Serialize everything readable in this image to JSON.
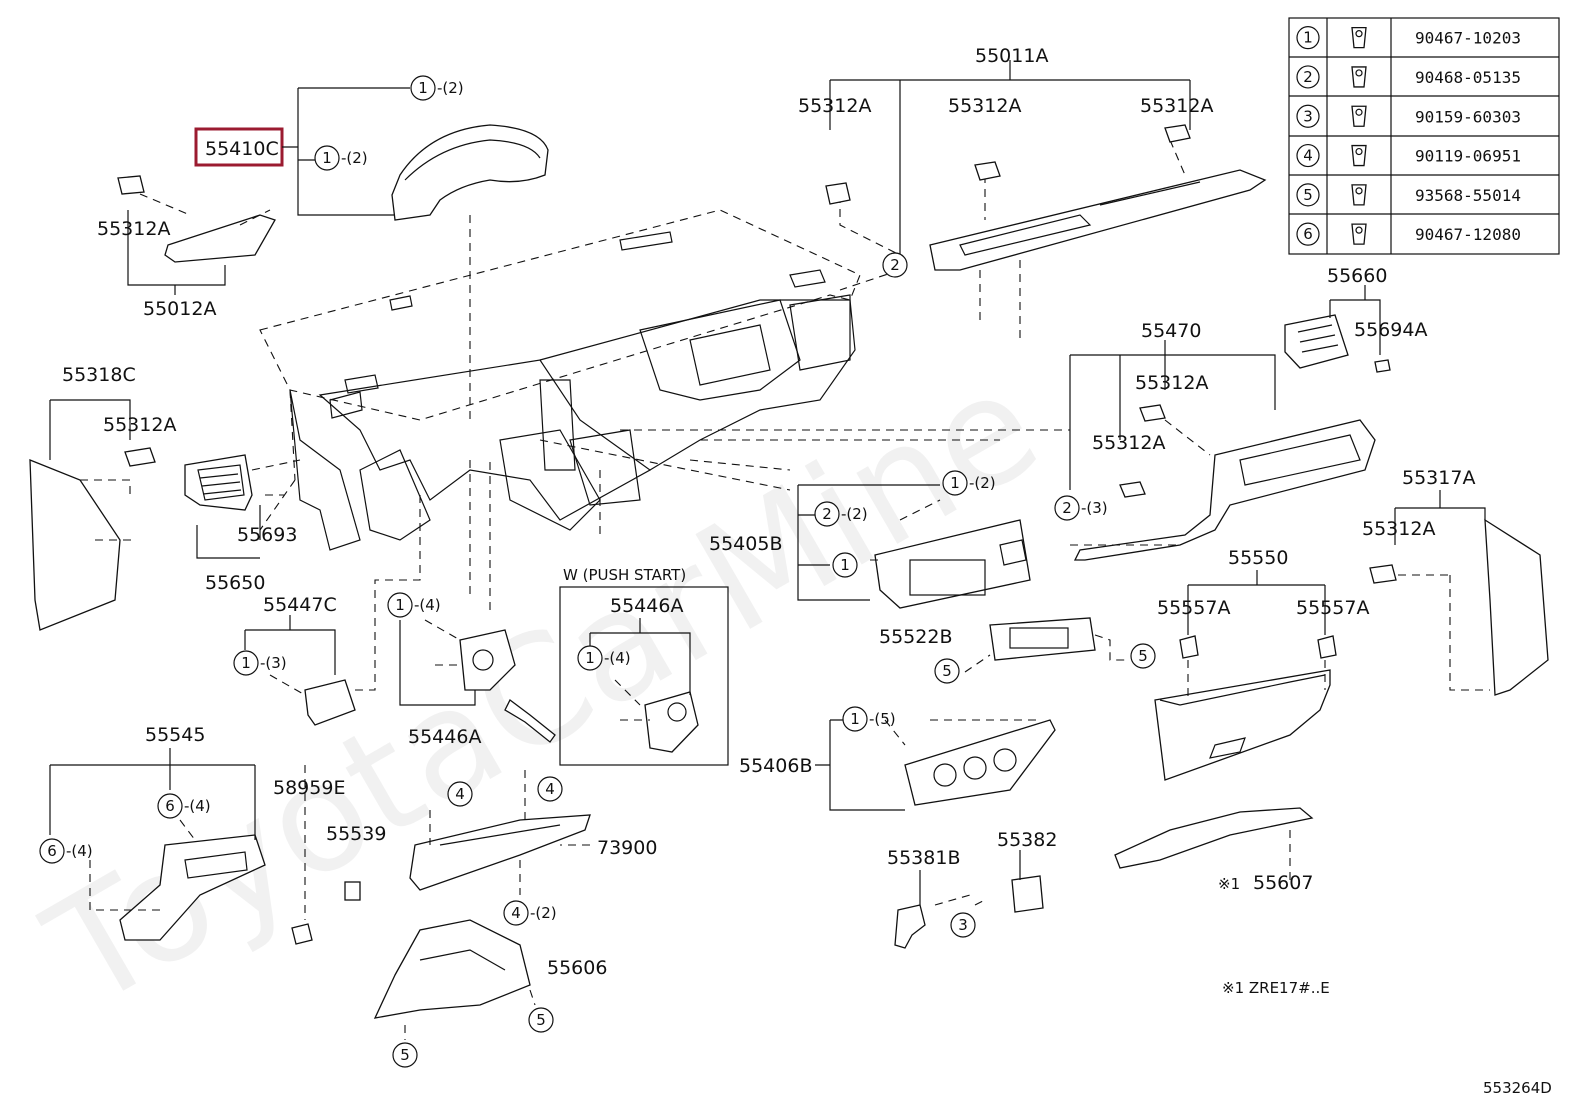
{
  "watermark": "ToyotaCarMine",
  "highlighted_part": "55410C",
  "diagram_code": "553264D",
  "footnote": "※1  ZRE17#..E",
  "push_start_caption": "W (PUSH  START)",
  "fastener_table": [
    {
      "num": "1",
      "part": "90467-10203"
    },
    {
      "num": "2",
      "part": "90468-05135"
    },
    {
      "num": "3",
      "part": "90159-60303"
    },
    {
      "num": "4",
      "part": "90119-06951"
    },
    {
      "num": "5",
      "part": "93568-55014"
    },
    {
      "num": "6",
      "part": "90467-12080"
    }
  ],
  "labels": {
    "p55011A": "55011A",
    "p55312A_1": "55312A",
    "p55312A_2": "55312A",
    "p55312A_3": "55312A",
    "p55312A_4": "55312A",
    "p55312A_5": "55312A",
    "p55312A_6": "55312A",
    "p55312A_7": "55312A",
    "p55312A_8": "55312A",
    "p55012A": "55012A",
    "p55318C": "55318C",
    "p55693": "55693",
    "p55650": "55650",
    "p55447C": "55447C",
    "p55446A_1": "55446A",
    "p55446A_2": "55446A",
    "p55545": "55545",
    "p58959E": "58959E",
    "p55539": "55539",
    "p73900": "73900",
    "p55606": "55606",
    "p55405B": "55405B",
    "p55522B": "55522B",
    "p55406B": "55406B",
    "p55381B": "55381B",
    "p55382": "55382",
    "p55660": "55660",
    "p55694A": "55694A",
    "p55470": "55470",
    "p55317A": "55317A",
    "p55550": "55550",
    "p55557A_1": "55557A",
    "p55557A_2": "55557A",
    "p55607": "55607",
    "mark1": "※1"
  },
  "callouts": {
    "c1": {
      "n": "1",
      "q": "-(2)"
    },
    "c2": {
      "n": "1",
      "q": "-(2)"
    },
    "c3": {
      "n": "2",
      "q": ""
    },
    "c4": {
      "n": "1",
      "q": "-(2)"
    },
    "c5": {
      "n": "2",
      "q": "-(2)"
    },
    "c6": {
      "n": "1",
      "q": ""
    },
    "c7": {
      "n": "2",
      "q": "-(3)"
    },
    "c8": {
      "n": "1",
      "q": "-(3)"
    },
    "c9": {
      "n": "1",
      "q": "-(4)"
    },
    "c10": {
      "n": "1",
      "q": "-(4)"
    },
    "c11": {
      "n": "5",
      "q": ""
    },
    "c12": {
      "n": "5",
      "q": ""
    },
    "c13": {
      "n": "1",
      "q": "-(5)"
    },
    "c14": {
      "n": "6",
      "q": "-(4)"
    },
    "c15": {
      "n": "6",
      "q": "-(4)"
    },
    "c16": {
      "n": "4",
      "q": ""
    },
    "c17": {
      "n": "4",
      "q": ""
    },
    "c18": {
      "n": "4",
      "q": "-(2)"
    },
    "c19": {
      "n": "5",
      "q": ""
    },
    "c20": {
      "n": "5",
      "q": ""
    },
    "c21": {
      "n": "3",
      "q": ""
    }
  }
}
